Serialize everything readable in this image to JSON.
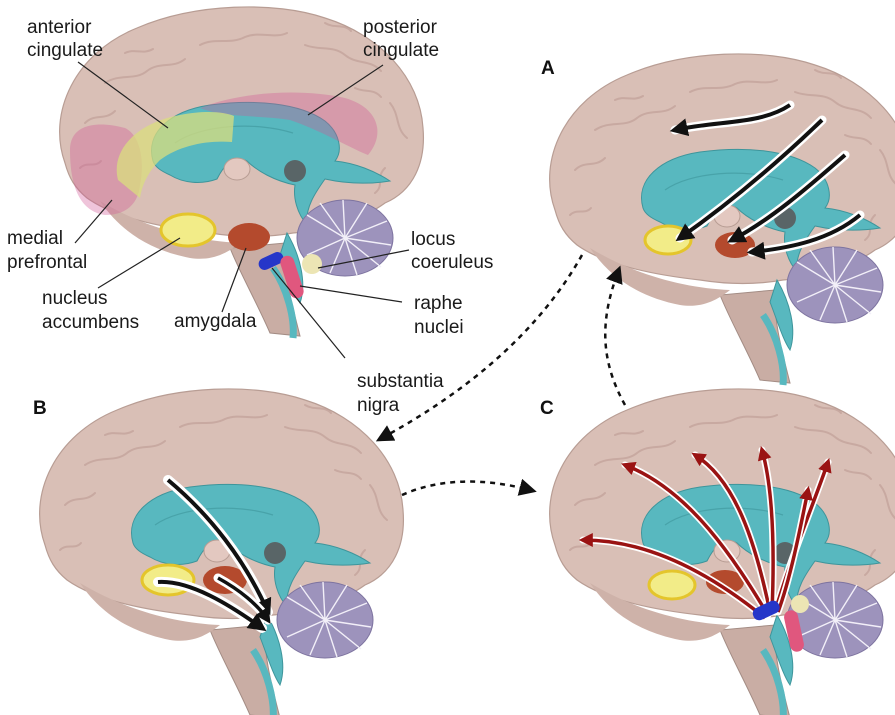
{
  "panels": {
    "a": {
      "letter": "A"
    },
    "b": {
      "letter": "B"
    },
    "c": {
      "letter": "C"
    }
  },
  "labels": {
    "anterior_cingulate": [
      "anterior",
      "cingulate"
    ],
    "posterior_cingulate": [
      "posterior",
      "cingulate"
    ],
    "medial_prefrontal": [
      "medial",
      "prefrontal"
    ],
    "nucleus_accumbens": [
      "nucleus",
      "accumbens"
    ],
    "amygdala": [
      "amygdala"
    ],
    "locus_coeruleus": [
      "locus",
      "coeruleus"
    ],
    "raphe_nuclei": [
      "raphe",
      "nuclei"
    ],
    "substantia_nigra": [
      "substantia",
      "nigra"
    ]
  },
  "colors": {
    "brain": "#d9bfb6",
    "brain_dark": "#b89d94",
    "ventricle": "#58b8bf",
    "cerebellum": "#9d93bc",
    "accumbens": "#f2ec88",
    "amygdala": "#b44a2d",
    "substantia_nigra": "#2536c9",
    "raphe": "#e0577e",
    "locus": "#ece5b4",
    "cingulate_anterior": "#d9de7e",
    "cortex_pink": "#d25796",
    "serotonin_arrow": "#9a1313",
    "connector_arrow": "#111111"
  }
}
